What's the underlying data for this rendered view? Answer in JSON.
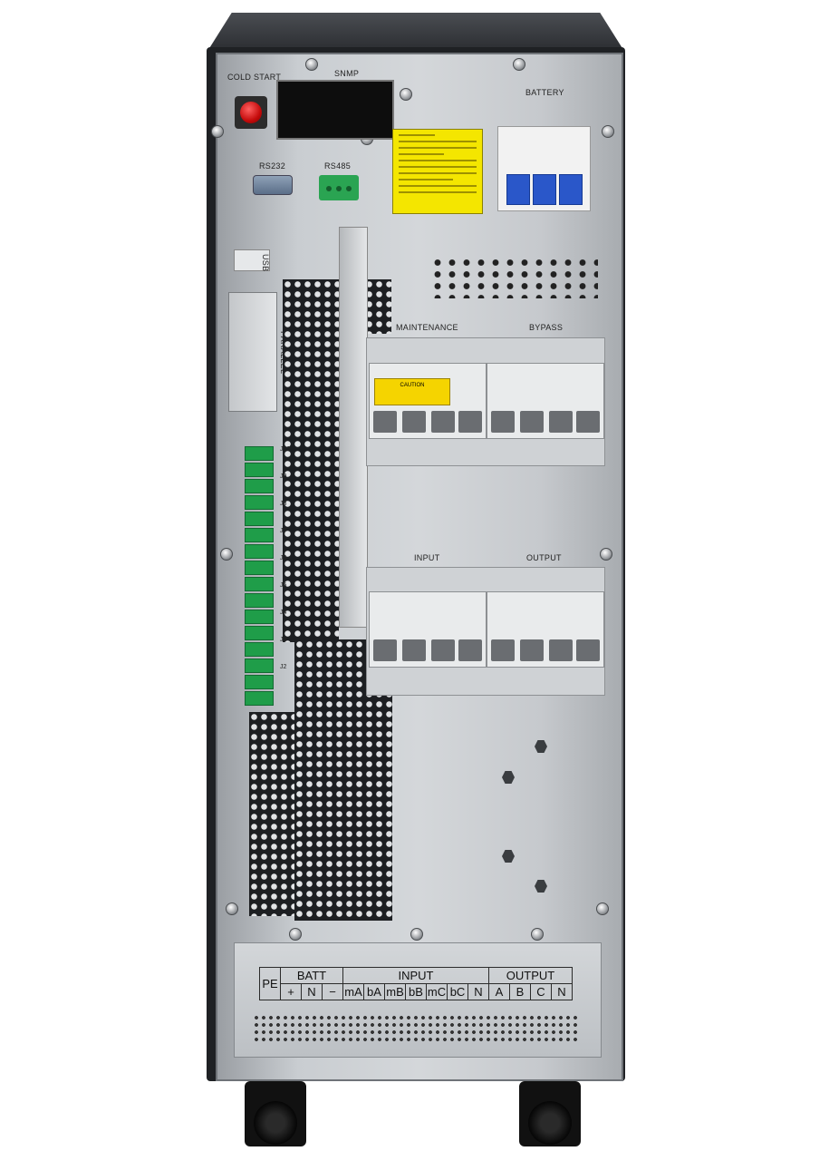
{
  "labels": {
    "cold_start": "COLD START",
    "snmp": "SNMP",
    "battery": "BATTERY",
    "rs232": "RS232",
    "rs485": "RS485",
    "usb": "USB",
    "parallel": "PARALLEL",
    "maintenance": "MAINTENANCE",
    "bypass": "BYPASS",
    "input": "INPUT",
    "output": "OUTPUT",
    "caution": "CAUTION"
  },
  "connectors": [
    "J10",
    "J9",
    "J8",
    "J7",
    "J6",
    "J5",
    "J4",
    "J3",
    "J2"
  ],
  "terminal_strip": {
    "pe": "PE",
    "batt": "BATT",
    "input": "INPUT",
    "output": "OUTPUT",
    "batt_terms": [
      "+",
      "N",
      "−"
    ],
    "input_terms": [
      "mA",
      "bA",
      "mB",
      "bB",
      "mC",
      "bC",
      "N"
    ],
    "output_terms": [
      "A",
      "B",
      "C",
      "N"
    ]
  },
  "colors": {
    "cabinet": "#1f2124",
    "panel": "#c9cdd1",
    "warning": "#f4e600",
    "terminal_green": "#1f9d49",
    "breaker_blue": "#2a57c9",
    "button_red": "#c40b0b"
  }
}
